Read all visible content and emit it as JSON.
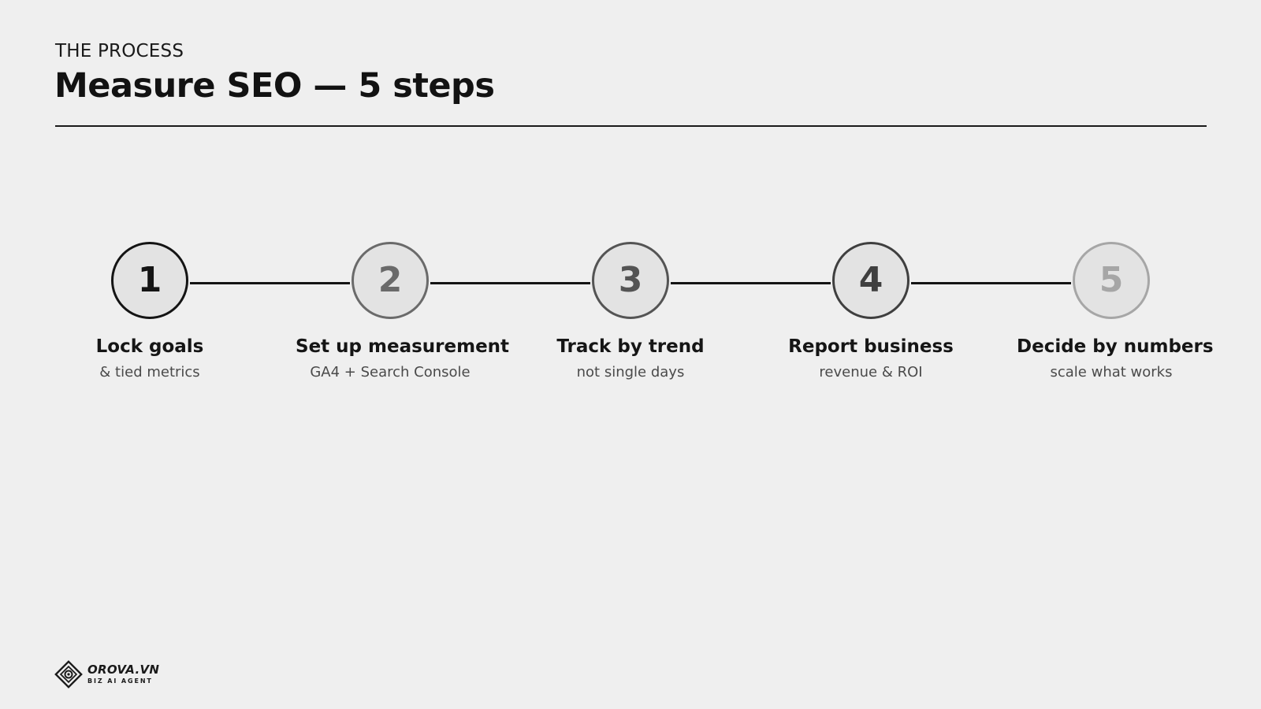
{
  "header": {
    "eyebrow": "THE PROCESS",
    "title": "Measure SEO — 5 steps"
  },
  "steps": [
    {
      "number": "1",
      "title": "Lock goals",
      "subtitle": "& tied metrics",
      "color": "#141414"
    },
    {
      "number": "2",
      "title": "Set up measurement",
      "subtitle": "GA4 + Search Console",
      "color": "#6a6a6a"
    },
    {
      "number": "3",
      "title": "Track by trend",
      "subtitle": "not single days",
      "color": "#545454"
    },
    {
      "number": "4",
      "title": "Report business",
      "subtitle": "revenue & ROI",
      "color": "#3f3f3f"
    },
    {
      "number": "5",
      "title": "Decide by numbers",
      "subtitle": "scale what works",
      "color": "#a6a6a6"
    }
  ],
  "footer": {
    "logo_name": "OROVA.VN",
    "logo_tagline": "BIZ AI AGENT",
    "logo_icon": "diamond-spiral-icon"
  }
}
